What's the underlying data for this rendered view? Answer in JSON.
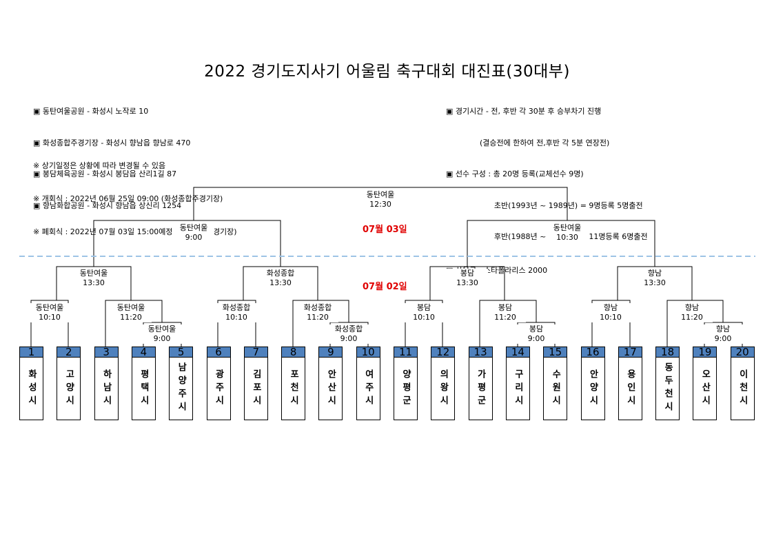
{
  "title": "2022 경기도지사기 어울림 축구대회 대진표(30대부)",
  "venues": [
    "▣ 동탄여울공원 - 화성시 노작로 10",
    "▣ 화성종합주경기장 - 화성시 향남읍 향남로 470",
    "▣ 봉담체육공원 - 화성시 봉담읍 산리1길 87",
    "▣ 향남화합공원 - 화성시 향남읍 상신리 1254"
  ],
  "notes": [
    "※ 상기일정은 상황에 따라 변경될 수 있음",
    "※ 개회식 : 2022년 06월 25일 09:00 (화성종합주경기장)",
    "※ 폐회식 : 2022년 07월 03일 15:00예정 (화성종합주경기장)"
  ],
  "rules": [
    "▣ 경기시간 - 전, 후반 각 30분 후 승부차기 진행",
    "              (결승전에 한하여 전,후반 각 5분 연장전)",
    "▣ 선수 구성 : 총 20명 등록(교체선수 9명)",
    "                    초반(1993년 ~ 1989년) = 9명등록 5명출전",
    "                    후반(1988년 ~ 1984년) = 11명등록 6명출전",
    "▣ 사용구 : 스타폴라리스 2000"
  ],
  "dates": {
    "final_day": "07월 03일",
    "first_day": "07월 02일"
  },
  "matches": [
    {
      "id": "final",
      "venue": "동탄여울",
      "time": "12:30"
    },
    {
      "id": "sf1",
      "venue": "동탄여울",
      "time": "9:00"
    },
    {
      "id": "sf2",
      "venue": "동탄여울",
      "time": "10:30"
    },
    {
      "id": "qf1",
      "venue": "동탄여울",
      "time": "13:30"
    },
    {
      "id": "qf2",
      "venue": "화성종합",
      "time": "13:30"
    },
    {
      "id": "qf3",
      "venue": "봉담",
      "time": "13:30"
    },
    {
      "id": "qf4",
      "venue": "향남",
      "time": "13:30"
    },
    {
      "id": "r1",
      "venue": "동탄여울",
      "time": "10:10"
    },
    {
      "id": "r2",
      "venue": "동탄여울",
      "time": "11:20"
    },
    {
      "id": "r2b",
      "venue": "동탄여울",
      "time": "9:00"
    },
    {
      "id": "r3",
      "venue": "화성종합",
      "time": "10:10"
    },
    {
      "id": "r4",
      "venue": "화성종합",
      "time": "11:20"
    },
    {
      "id": "r4b",
      "venue": "화성종합",
      "time": "9:00"
    },
    {
      "id": "r5",
      "venue": "봉담",
      "time": "10:10"
    },
    {
      "id": "r6",
      "venue": "봉담",
      "time": "11:20"
    },
    {
      "id": "r6b",
      "venue": "봉담",
      "time": "9:00"
    },
    {
      "id": "r7",
      "venue": "향남",
      "time": "10:10"
    },
    {
      "id": "r8",
      "venue": "향남",
      "time": "11:20"
    },
    {
      "id": "r8b",
      "venue": "향남",
      "time": "9:00"
    }
  ],
  "teams": [
    {
      "num": "1",
      "name": "화성시"
    },
    {
      "num": "2",
      "name": "고양시"
    },
    {
      "num": "3",
      "name": "하남시"
    },
    {
      "num": "4",
      "name": "평택시"
    },
    {
      "num": "5",
      "name": "남양주시"
    },
    {
      "num": "6",
      "name": "광주시"
    },
    {
      "num": "7",
      "name": "김포시"
    },
    {
      "num": "8",
      "name": "포천시"
    },
    {
      "num": "9",
      "name": "안산시"
    },
    {
      "num": "10",
      "name": "여주시"
    },
    {
      "num": "11",
      "name": "양평군"
    },
    {
      "num": "12",
      "name": "의왕시"
    },
    {
      "num": "13",
      "name": "가평군"
    },
    {
      "num": "14",
      "name": "구리시"
    },
    {
      "num": "15",
      "name": "수원시"
    },
    {
      "num": "16",
      "name": "안양시"
    },
    {
      "num": "17",
      "name": "용인시"
    },
    {
      "num": "18",
      "name": "동두천시"
    },
    {
      "num": "19",
      "name": "오산시"
    },
    {
      "num": "20",
      "name": "이천시"
    }
  ]
}
